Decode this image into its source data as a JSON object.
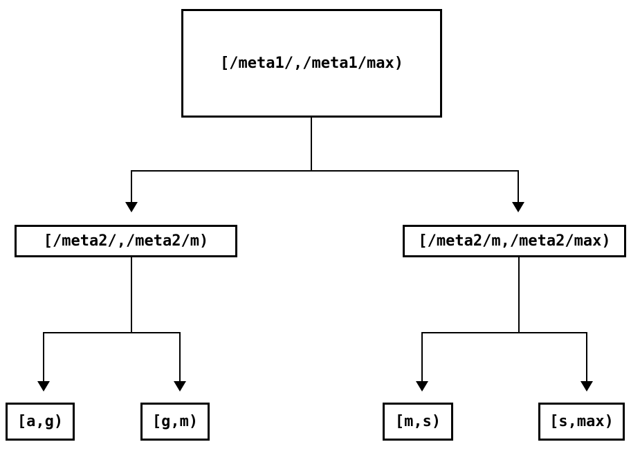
{
  "diagram": {
    "type": "tree",
    "background_color": "#ffffff",
    "line_color": "#000000",
    "text_color": "#000000",
    "nodes": {
      "root": {
        "label": "[/meta1/,/meta1/max)"
      },
      "left_child": {
        "label": "[/meta2/,/meta2/m)"
      },
      "right_child": {
        "label": "[/meta2/m,/meta2/max)"
      },
      "leaf_1": {
        "label": "[a,g)"
      },
      "leaf_2": {
        "label": "[g,m)"
      },
      "leaf_3": {
        "label": "[m,s)"
      },
      "leaf_4": {
        "label": "[s,max)"
      }
    },
    "edges": [
      {
        "from": "root",
        "to": "left_child"
      },
      {
        "from": "root",
        "to": "right_child"
      },
      {
        "from": "left_child",
        "to": "leaf_1"
      },
      {
        "from": "left_child",
        "to": "leaf_2"
      },
      {
        "from": "right_child",
        "to": "leaf_3"
      },
      {
        "from": "right_child",
        "to": "leaf_4"
      }
    ]
  }
}
